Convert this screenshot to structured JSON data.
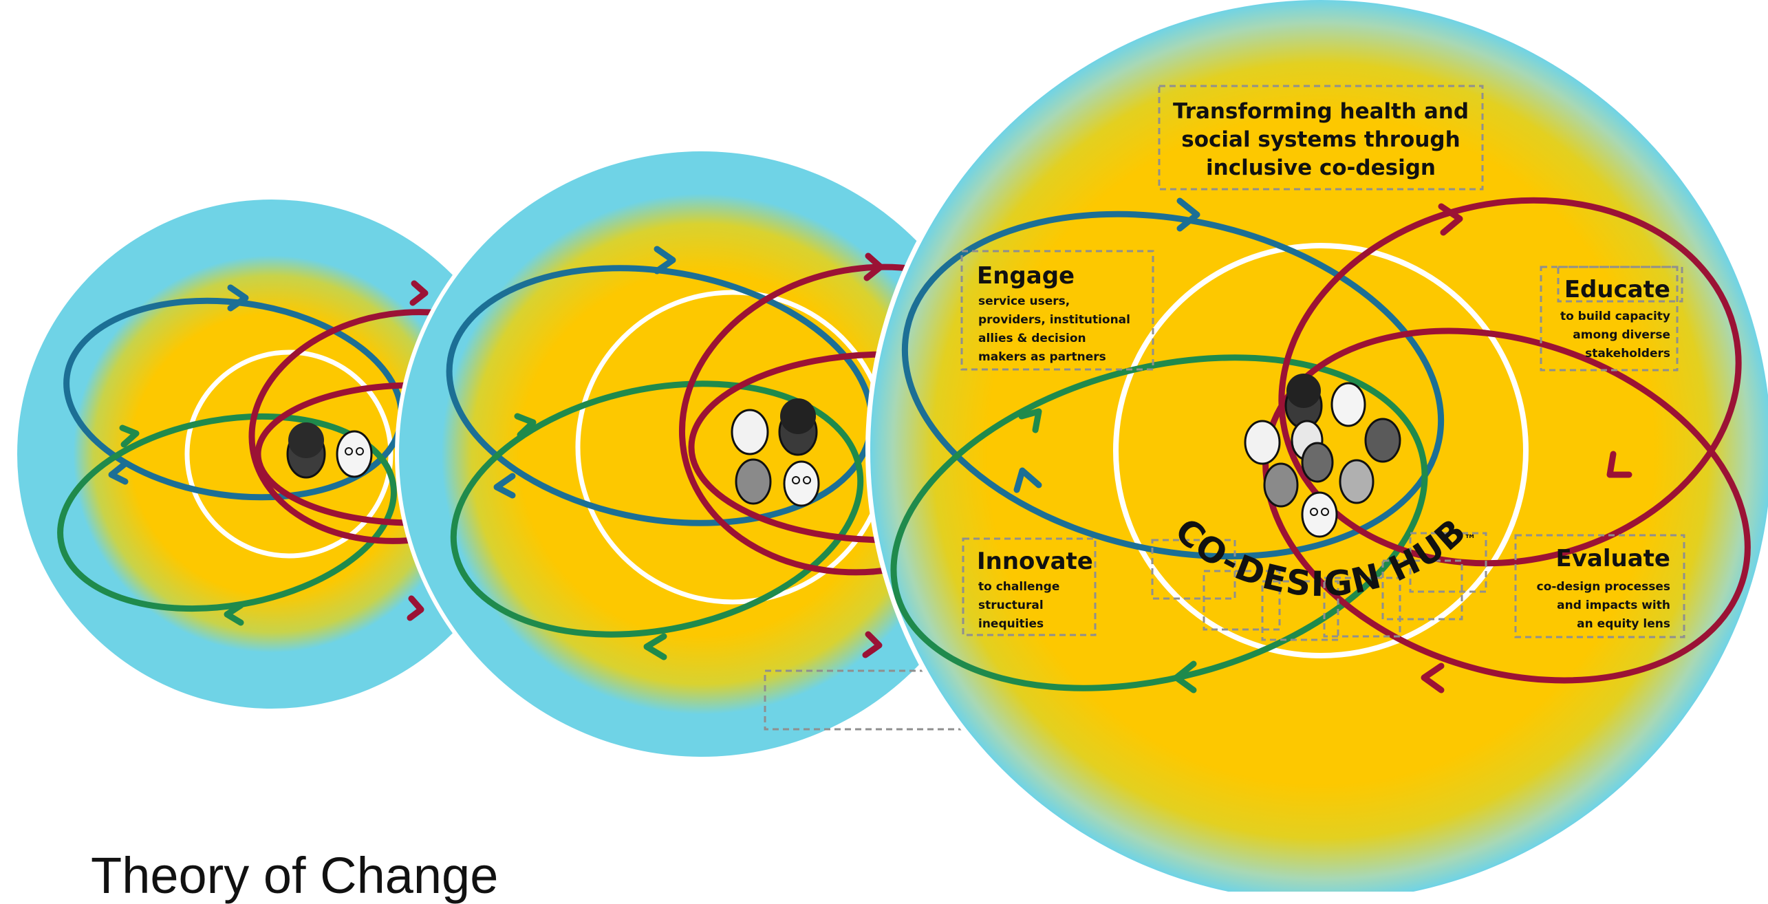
{
  "title": "Theory of Change",
  "goal": {
    "lines": [
      "Transforming health and",
      "social systems through",
      "inclusive co-design"
    ]
  },
  "quadrants": {
    "engage": {
      "heading": "Engage",
      "lines": [
        "service users,",
        "providers, institutional",
        "allies & decision",
        "makers as partners"
      ]
    },
    "educate": {
      "heading": "Educate",
      "lines": [
        "to build capacity",
        "among diverse",
        "stakeholders"
      ]
    },
    "innovate": {
      "heading": "Innovate",
      "lines": [
        "to challenge",
        "structural",
        "inequities"
      ]
    },
    "evaluate": {
      "heading": "Evaluate",
      "lines": [
        "co-design processes",
        "and impacts with",
        "an equity lens"
      ]
    }
  },
  "hub": {
    "label": "CO-DESIGN HUB",
    "trademark": "™"
  },
  "colors": {
    "outer_blue": "#6fd3e6",
    "core_yellow": "#fdc800",
    "orbit_blue": "#1c6f95",
    "orbit_green": "#1f8a4c",
    "orbit_red": "#9b1235",
    "ring_white": "#ffffff"
  }
}
